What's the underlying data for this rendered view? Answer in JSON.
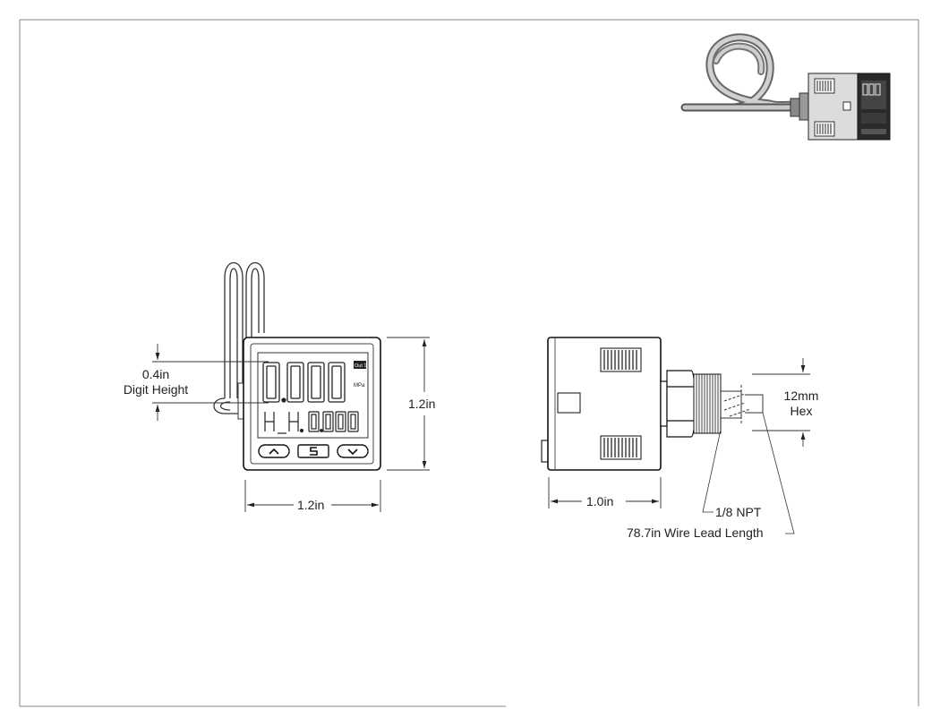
{
  "digit_height": {
    "value": "0.4in",
    "caption": "Digit Height"
  },
  "front_height": "1.2in",
  "front_width": "1.2in",
  "side_depth": "1.0in",
  "hex": {
    "size": "12mm",
    "caption": "Hex"
  },
  "thread": "1/8 NPT",
  "wire_lead": "78.7in Wire Lead Length",
  "display": {
    "main_value": "0.000",
    "unit_badge": "Out 1",
    "unit": "MPa",
    "sub_prefix": "H_H.",
    "sub_value": "0.000",
    "buttons": [
      "^",
      "S",
      "v"
    ]
  },
  "colors": {
    "line": "#1a1a1a",
    "dim": "#333333",
    "frame": "#888888"
  }
}
